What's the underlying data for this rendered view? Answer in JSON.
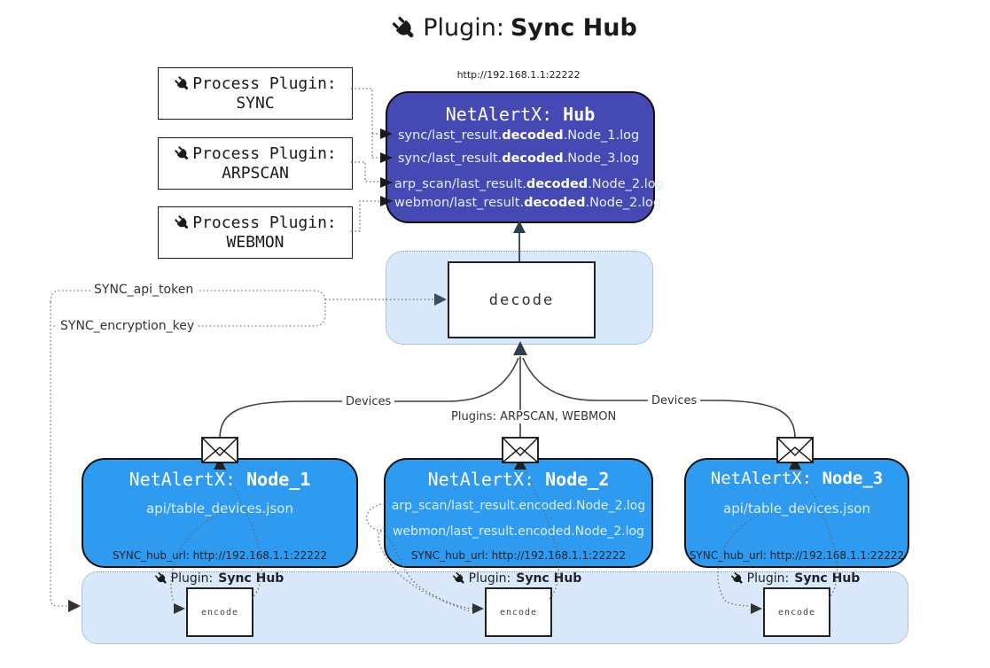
{
  "title": {
    "prefix": "Plugin:",
    "name": "Sync Hub"
  },
  "process_plugins": [
    {
      "label": "Process Plugin:",
      "name": "SYNC"
    },
    {
      "label": "Process Plugin:",
      "name": "ARPSCAN"
    },
    {
      "label": "Process Plugin:",
      "name": "WEBMON"
    }
  ],
  "hub": {
    "url_label": "http://192.168.1.1:22222",
    "title_prefix": "NetAlertX:",
    "title_name": "Hub",
    "logs": [
      {
        "pre": "sync/last_result.",
        "bold": "decoded",
        "post": ".Node_1.log"
      },
      {
        "pre": "sync/last_result.",
        "bold": "decoded",
        "post": ".Node_3.log"
      },
      {
        "pre": "arp_scan/last_result.",
        "bold": "decoded",
        "post": ".Node_2.log"
      },
      {
        "pre": "webmon/last_result.",
        "bold": "decoded",
        "post": ".Node_2.log"
      }
    ]
  },
  "decode": {
    "label": "decode"
  },
  "tokens": {
    "api_token": "SYNC_api_token",
    "encryption_key": "SYNC_encryption_key"
  },
  "edges": {
    "devices_left": "Devices",
    "plugins_middle": "Plugins: ARPSCAN, WEBMON",
    "devices_right": "Devices"
  },
  "nodes": [
    {
      "title_prefix": "NetAlertX:",
      "title_name": "Node_1",
      "lines": [
        "api/table_devices.json"
      ],
      "hub_url": "SYNC_hub_url: http://192.168.1.1:22222"
    },
    {
      "title_prefix": "NetAlertX:",
      "title_name": "Node_2",
      "lines": [
        "arp_scan/last_result.encoded.Node_2.log",
        "webmon/last_result.encoded.Node_2.log"
      ],
      "hub_url": "SYNC_hub_url: http://192.168.1.1:22222"
    },
    {
      "title_prefix": "NetAlertX:",
      "title_name": "Node_3",
      "lines": [
        "api/table_devices.json"
      ],
      "hub_url": "SYNC_hub_url: http://192.168.1.1:22222"
    }
  ],
  "encoders": [
    {
      "plugin_prefix": "Plugin:",
      "plugin_name": "Sync Hub",
      "box_label": "encode"
    },
    {
      "plugin_prefix": "Plugin:",
      "plugin_name": "Sync Hub",
      "box_label": "encode"
    },
    {
      "plugin_prefix": "Plugin:",
      "plugin_name": "Sync Hub",
      "box_label": "encode"
    }
  ],
  "icons": {
    "plug": "plug-icon",
    "envelope": "envelope-icon"
  },
  "colors": {
    "hub_fill": "#4449b3",
    "node_fill": "#2e9bf0",
    "panel_fill": "#d9e9fb",
    "line": "#3f3f3f",
    "arrow_dark": "#2c3e50"
  }
}
